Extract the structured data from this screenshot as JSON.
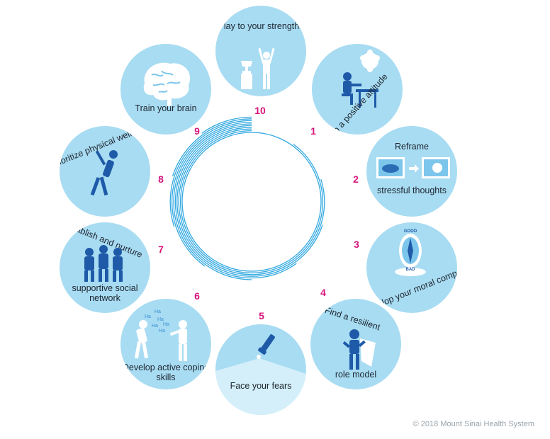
{
  "colors": {
    "circle_fill": "#a8dcf2",
    "icon_blue": "#1e8fd0",
    "number_magenta": "#d6157c",
    "spiral_blue": "#33a9e0"
  },
  "steps": [
    {
      "number": "1",
      "label": "Keep a positive attitude",
      "icon": "person-writing-sun-icon"
    },
    {
      "number": "2",
      "label_top": "Reframe",
      "label_bottom": "stressful thoughts",
      "icon": "cloud-to-sun-frames-icon"
    },
    {
      "number": "3",
      "label": "Develop your moral compass",
      "icon": "moral-compass-icon",
      "icon_text_top": "GOOD",
      "icon_text_bottom": "BAD"
    },
    {
      "number": "4",
      "label_top": "Find a resilient",
      "label_bottom": "role model",
      "icon": "caped-hero-icon"
    },
    {
      "number": "5",
      "label": "Face your fears",
      "icon": "flashlight-icon"
    },
    {
      "number": "6",
      "label": "Develop active coping skills",
      "icon": "laughing-people-icon",
      "icon_text": [
        "Ha",
        "Ha",
        "Ha",
        "Ha",
        "Ha",
        "Ha"
      ]
    },
    {
      "number": "7",
      "label_top": "Establish and nurture",
      "label_bottom": "supportive social network",
      "icon": "three-friends-icon"
    },
    {
      "number": "8",
      "label": "Prioritize physical well-being",
      "icon": "stretching-person-icon"
    },
    {
      "number": "9",
      "label": "Train your brain",
      "icon": "brain-icon"
    },
    {
      "number": "10",
      "label": "Play to your strengths",
      "icon": "trophy-winner-icon"
    }
  ],
  "copyright": "© 2018 Mount Sinai Health System"
}
